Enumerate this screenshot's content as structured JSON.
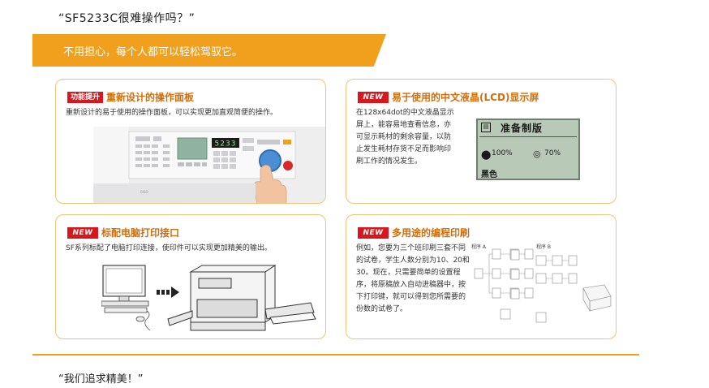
{
  "header": {
    "quote": "“SF5233C很难操作吗？”",
    "banner": "不用担心，每个人都可以轻松驾驭它。"
  },
  "cards": [
    {
      "badge": "功能提升",
      "title": "重新设计的操作面板",
      "desc": "重新设计的易于使用的操作面板，可以实现更加直观简便的操作。",
      "panel_display": "5233"
    },
    {
      "badge": "NEW",
      "title": "易于使用的中文液晶(LCD)显示屏",
      "desc": "在128x64dot的中文液晶显示屏上，能容易地查看信息，亦可显示耗材的剩余容量，以防止发生耗材存货不足而影响印刷工作的情况发生。",
      "lcd": {
        "header": "准备制版",
        "ink_value": "100%",
        "master_value": "70%",
        "color": "黑色"
      }
    },
    {
      "badge": "NEW",
      "title": "标配电脑打印接口",
      "desc": "SF系列标配了电脑打印连接，使印件可以实现更加精美的输出。"
    },
    {
      "badge": "NEW",
      "title": "多用途的编程印刷",
      "desc": "例如，您要为三个班印刷三套不同的试卷，学生人数分别为10、20和30。现在，只需要简单的设置程序，将原稿放入自动进稿器中，按下打印键，就可以得到您所需要的份数的试卷了。",
      "diagram": {
        "program_a": "程序 A",
        "program_b": "程序 B"
      }
    }
  ],
  "footer": {
    "quote": "“我们追求精美！”"
  },
  "colors": {
    "accent_orange": "#f0a01c",
    "title_orange": "#d26e0a",
    "badge_red": "#d7161d",
    "card_border": "#f2c27a"
  }
}
